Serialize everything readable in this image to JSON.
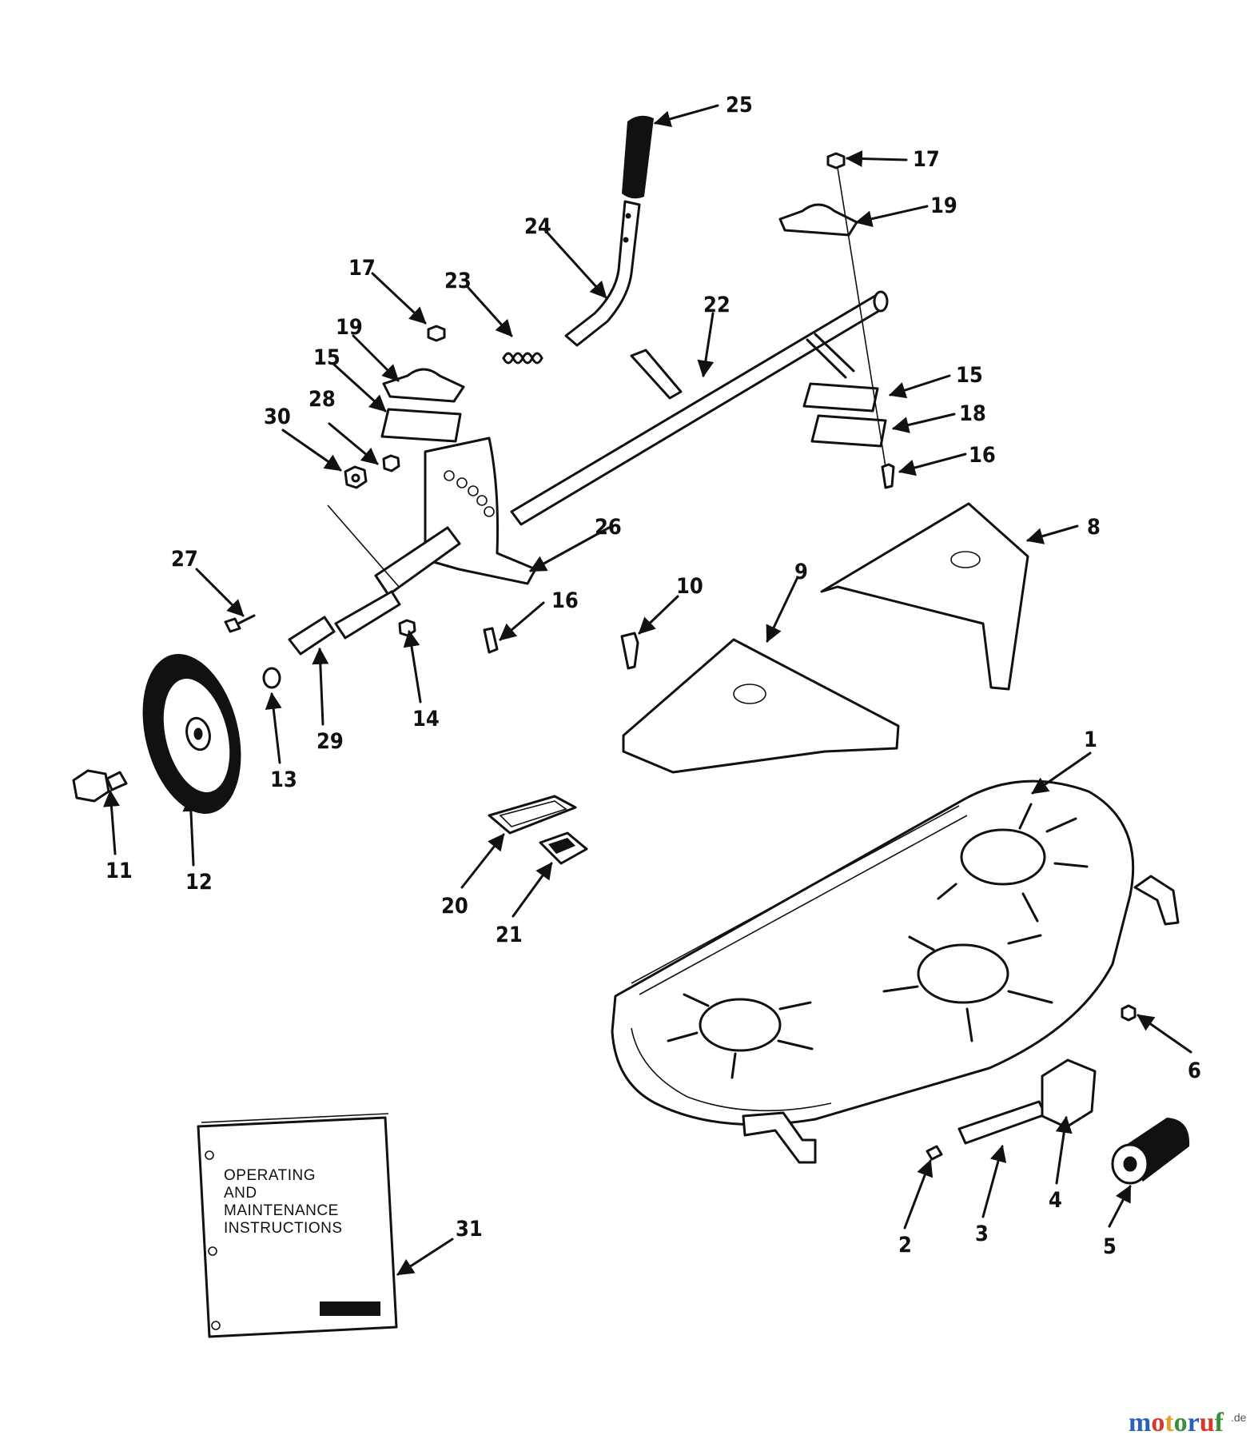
{
  "callouts": [
    {
      "id": "1",
      "label": "1"
    },
    {
      "id": "2",
      "label": "2"
    },
    {
      "id": "3",
      "label": "3"
    },
    {
      "id": "4",
      "label": "4"
    },
    {
      "id": "5",
      "label": "5"
    },
    {
      "id": "6",
      "label": "6"
    },
    {
      "id": "8",
      "label": "8"
    },
    {
      "id": "9",
      "label": "9"
    },
    {
      "id": "10",
      "label": "10"
    },
    {
      "id": "11",
      "label": "11"
    },
    {
      "id": "12",
      "label": "12"
    },
    {
      "id": "13",
      "label": "13"
    },
    {
      "id": "14",
      "label": "14"
    },
    {
      "id": "15a",
      "label": "15"
    },
    {
      "id": "15b",
      "label": "15"
    },
    {
      "id": "16a",
      "label": "16"
    },
    {
      "id": "16b",
      "label": "16"
    },
    {
      "id": "17a",
      "label": "17"
    },
    {
      "id": "17b",
      "label": "17"
    },
    {
      "id": "18",
      "label": "18"
    },
    {
      "id": "19a",
      "label": "19"
    },
    {
      "id": "19b",
      "label": "19"
    },
    {
      "id": "20",
      "label": "20"
    },
    {
      "id": "21",
      "label": "21"
    },
    {
      "id": "22",
      "label": "22"
    },
    {
      "id": "23",
      "label": "23"
    },
    {
      "id": "24",
      "label": "24"
    },
    {
      "id": "25",
      "label": "25"
    },
    {
      "id": "26",
      "label": "26"
    },
    {
      "id": "27",
      "label": "27"
    },
    {
      "id": "28",
      "label": "28"
    },
    {
      "id": "29",
      "label": "29"
    },
    {
      "id": "30",
      "label": "30"
    },
    {
      "id": "31",
      "label": "31"
    }
  ],
  "manual": {
    "line1": "OPERATING",
    "line2": "AND",
    "line3": "MAINTENANCE",
    "line4": "INSTRUCTIONS"
  },
  "watermark": {
    "brand_m": "m",
    "brand_o1": "o",
    "brand_t": "t",
    "brand_o2": "o",
    "brand_r": "r",
    "brand_u": "u",
    "brand_f": "f",
    "suffix": ".de",
    "colors": [
      "#2a62b8",
      "#d8392c",
      "#e3a12b",
      "#3b8f3a",
      "#2a62b8",
      "#d8392c",
      "#3b8f3a"
    ]
  }
}
